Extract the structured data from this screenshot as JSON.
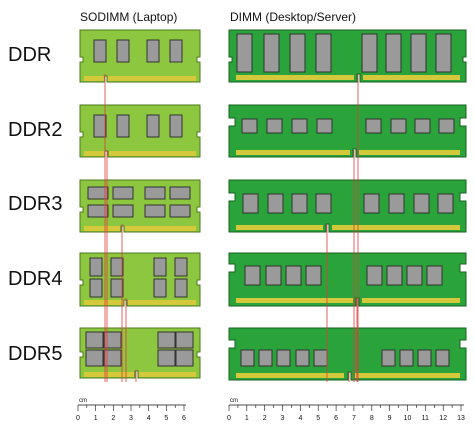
{
  "columns": {
    "sodimm": "SODIMM (Laptop)",
    "dimm": "DIMM (Desktop/Server)"
  },
  "rows": [
    "DDR",
    "DDR2",
    "DDR3",
    "DDR4",
    "DDR5"
  ],
  "rulers": {
    "sodimm": {
      "unit": "cm",
      "ticks": [
        "0",
        "1",
        "2",
        "3",
        "4",
        "5",
        "6"
      ]
    },
    "dimm": {
      "unit": "cm",
      "ticks": [
        "0",
        "1",
        "2",
        "3",
        "4",
        "5",
        "6",
        "7",
        "8",
        "9",
        "10",
        "11",
        "12",
        "13"
      ]
    }
  },
  "colors": {
    "sodimm_pcb": "#8dc63f",
    "dimm_pcb": "#2aa43a",
    "chip": "#9a9a9a",
    "chip_border": "#333333",
    "contacts": "#d4c93a",
    "notch_line": "#e03c3c"
  }
}
